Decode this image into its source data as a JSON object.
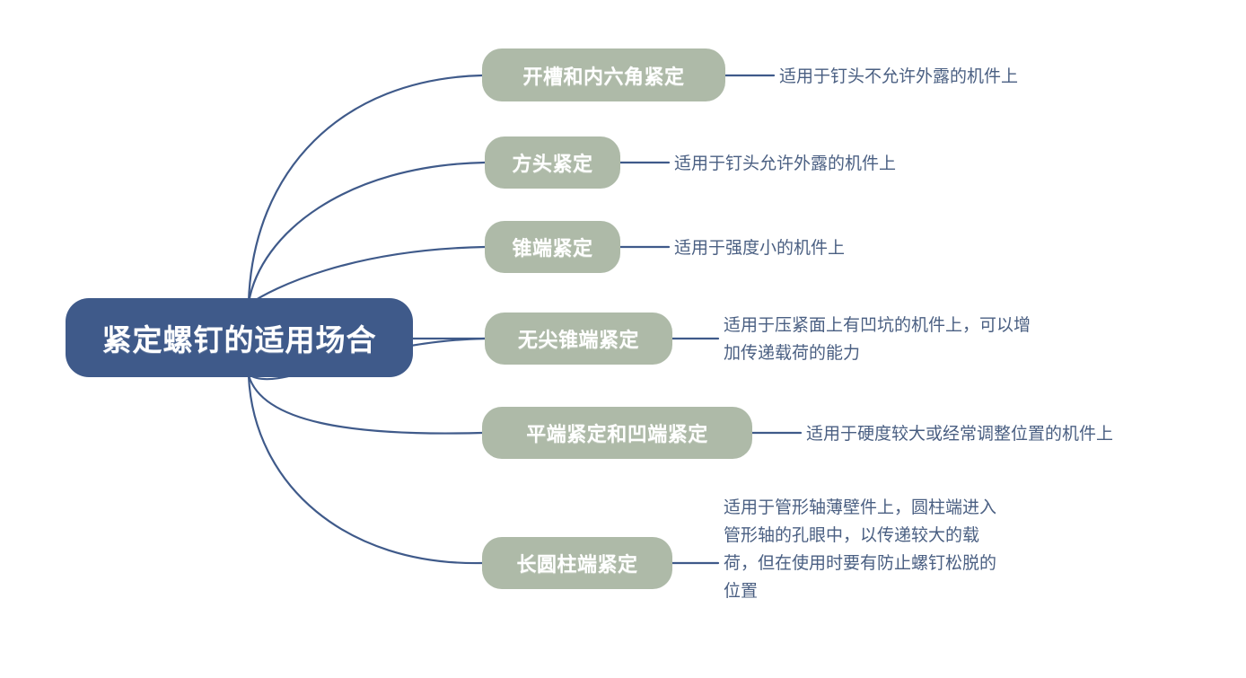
{
  "theme": {
    "background": "#ffffff",
    "root_fill": "#3f5a8a",
    "branch_fill": "#aebaa8",
    "node_text": "#ffffff",
    "desc_text": "#4a5f82",
    "link_stroke": "#3f5a8a"
  },
  "root": {
    "label": "紧定螺钉的适用场合"
  },
  "branches": [
    {
      "label": "开槽和内六角紧定",
      "desc": "适用于钉头不允许外露的机件上"
    },
    {
      "label": "方头紧定",
      "desc": "适用于钉头允许外露的机件上"
    },
    {
      "label": "锥端紧定",
      "desc": "适用于强度小的机件上"
    },
    {
      "label": "无尖锥端紧定",
      "desc": "适用于压紧面上有凹坑的机件上，可以增\n加传递载荷的能力"
    },
    {
      "label": "平端紧定和凹端紧定",
      "desc": "适用于硬度较大或经常调整位置的机件上"
    },
    {
      "label": "长圆柱端紧定",
      "desc": "适用于管形轴薄壁件上，圆柱端进入\n管形轴的孔眼中，以传递较大的载\n荷，但在使用时要有防止螺钉松脱的\n位置"
    }
  ]
}
